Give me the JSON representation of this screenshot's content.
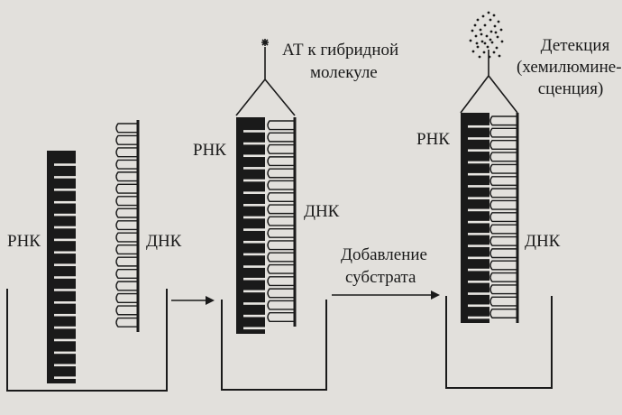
{
  "labels": {
    "rna": "РНК",
    "dna": "ДНК",
    "antibody": "АТ к гибридной",
    "antibody_line2": "молекуле",
    "substrate": "Добавление",
    "substrate_line2": "субстрата",
    "detection": "Детекция",
    "detection_line2": "(хемилюмине-",
    "detection_line3": "сценция)"
  },
  "colors": {
    "background": "#e2e0dc",
    "ink": "#1a1a1a"
  }
}
